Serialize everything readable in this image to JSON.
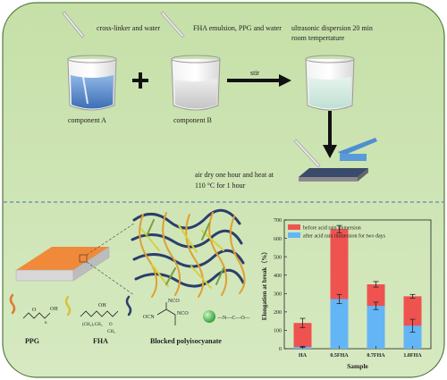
{
  "top": {
    "step1_label": "cross-linker and water",
    "step2_label": "FHA emulsion, PPG and water",
    "step3_label_line1": "ultrasonic dispersion 20 min",
    "step3_label_line2": "room tempertature",
    "component_a": "component A",
    "component_b": "component B",
    "stir": "stir",
    "dry_line1": "air dry one hour and heat at",
    "dry_line2": "110 °C for 1 hour"
  },
  "bottom": {
    "ppg_label": "PPG",
    "fha_label": "FHA",
    "blocked_label": "Blocked polyisocyanate",
    "ppg_oh": "OH",
    "ppg_o": "O",
    "ppg_n": "n",
    "fha_oh": "OH",
    "fha_sub": "(CH₂)₇CH₃",
    "fha_o": "O",
    "fha_ch3": "CH₃",
    "nco1": "NCO",
    "nco2": "NCO",
    "nco3": "OCN",
    "urethane": "—N—C—O—"
  },
  "chart_data": {
    "type": "bar",
    "xlabel": "Sample",
    "ylabel": "Elongation at break（%）",
    "ylim": [
      0,
      700
    ],
    "yticks": [
      0,
      100,
      200,
      300,
      400,
      500,
      600,
      700
    ],
    "categories": [
      "HA",
      "0.5FHA",
      "0.7FHA",
      "1.0FHA"
    ],
    "series": [
      {
        "name": "before acid rain immersion",
        "values": [
          140,
          650,
          350,
          285
        ],
        "errors": [
          25,
          20,
          15,
          10
        ],
        "color": "#ef5350"
      },
      {
        "name": "after acid rain immersion for two days",
        "values": [
          10,
          270,
          233,
          125
        ],
        "errors": [
          3,
          25,
          20,
          35
        ],
        "color": "#64b5f6"
      }
    ],
    "legend": "top",
    "grid": false
  }
}
